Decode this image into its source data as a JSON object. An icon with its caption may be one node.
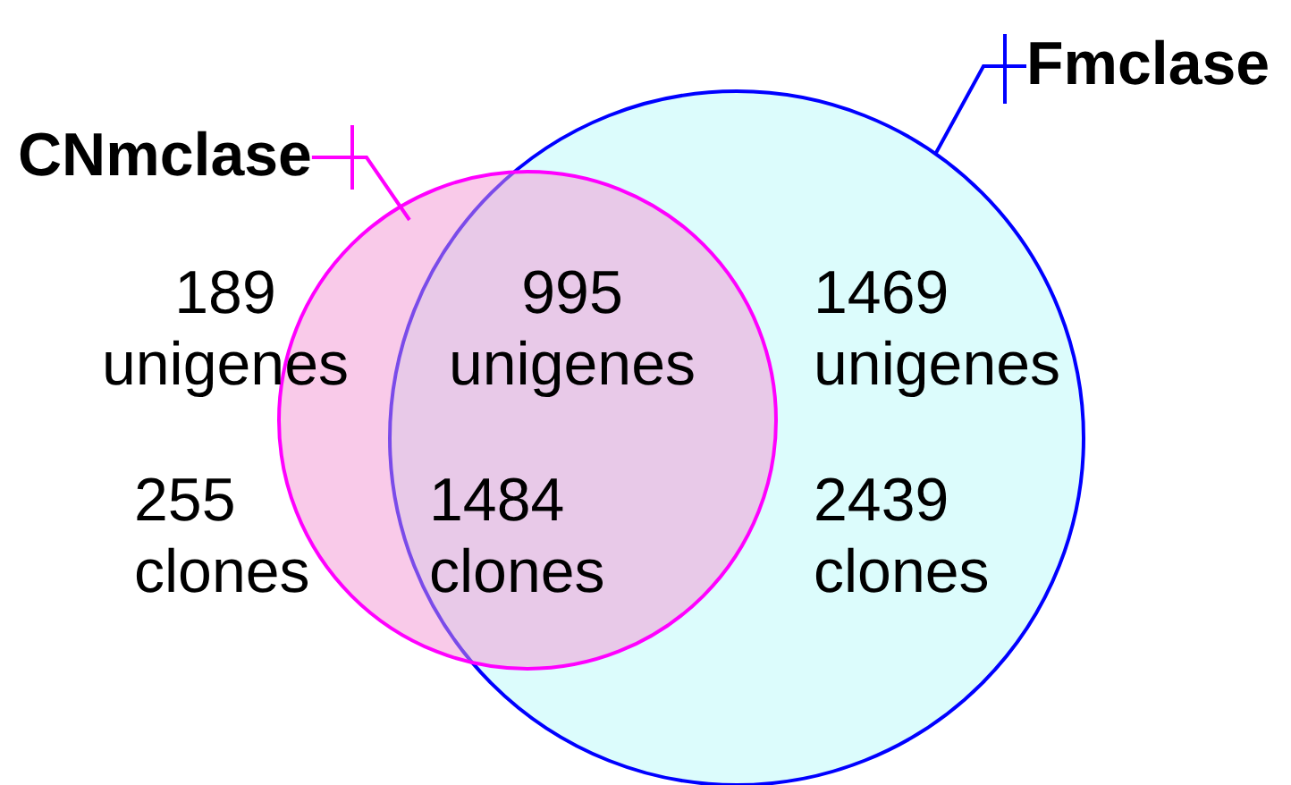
{
  "diagram": {
    "nodes": [
      {
        "text": [
          "CNmclase"
        ]
      },
      {
        "text": [],
        "shape": "circle"
      },
      {
        "text": [
          "Fmclase"
        ]
      },
      {
        "text": [],
        "shape": "circle"
      }
    ],
    "edges": [
      {
        "from": 0,
        "to": 1,
        "arrow": "none",
        "color": "#ff00ff"
      },
      {
        "from": 2,
        "to": 3,
        "arrow": "none",
        "color": "#0000ff"
      }
    ],
    "labels": [
      "189 unigenes",
      "995 unigenes",
      "1469 unigenes",
      "255 clones",
      "1484 clones",
      "2439 clones"
    ]
  }
}
